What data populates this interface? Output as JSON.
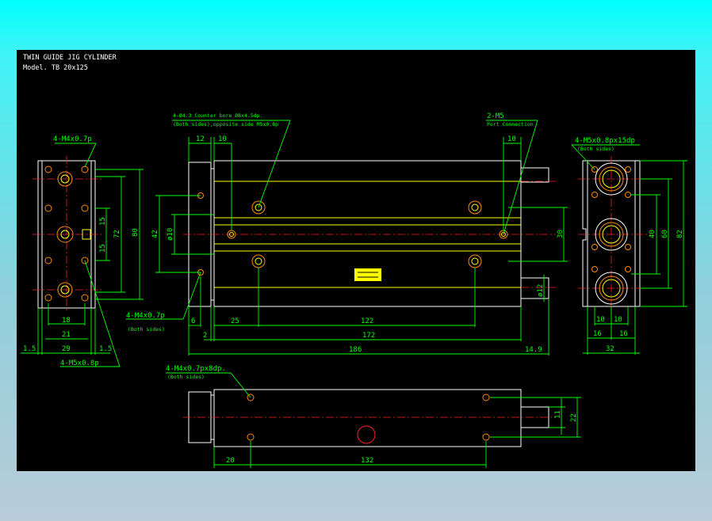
{
  "title": {
    "line1": "TWIN GUIDE JIG CYLINDER",
    "line2": "Model. TB 20x125"
  },
  "colors": {
    "background": "#000000",
    "outline": "#ffffff",
    "dimension": "#00ff00",
    "centerline": "#ff2020",
    "edge": "#ffff00",
    "hole": "#ff8800",
    "screen": "#00ffff"
  },
  "callouts": {
    "counterbore": "4-Ø4.3 Counter bore Ø8x4.5dp.",
    "counterbore_note": "(Both sides),opposite side M5x0.8p",
    "port": "2-M5",
    "port_note": "Port Connection",
    "left_top_tap": "4-M4x0.7p",
    "left_bottom_tap": "4-M5x0.8p",
    "right_tap": "4-M5x0.8px15dp",
    "right_tap_note": "(Both sides)",
    "front_tap": "4-M4x0.7p",
    "front_tap_note": "(Both sides)",
    "bottom_tap": "4-M4x0.7px8dp.",
    "bottom_tap_note": "(Both sides)"
  },
  "dims": {
    "d12": "12",
    "d10a": "10",
    "d10b": "10",
    "d42": "42",
    "phi10": "ø10",
    "d30": "30",
    "phi12": "ø12",
    "d6": "6",
    "d25": "25",
    "d122": "122",
    "d2": "2",
    "d172": "172",
    "d186": "186",
    "d14_9": "14.9",
    "d15a": "15",
    "d15b": "15",
    "d72": "72",
    "d80": "80",
    "d18": "18",
    "d21": "21",
    "d29": "29",
    "d1_5a": "1.5",
    "d1_5b": "1.5",
    "d40": "40",
    "d60": "60",
    "d82": "82",
    "d10c": "10",
    "d10d": "10",
    "d16a": "16",
    "d16b": "16",
    "d32": "32",
    "d11": "11",
    "d22": "22",
    "d20": "20",
    "d132": "132"
  }
}
